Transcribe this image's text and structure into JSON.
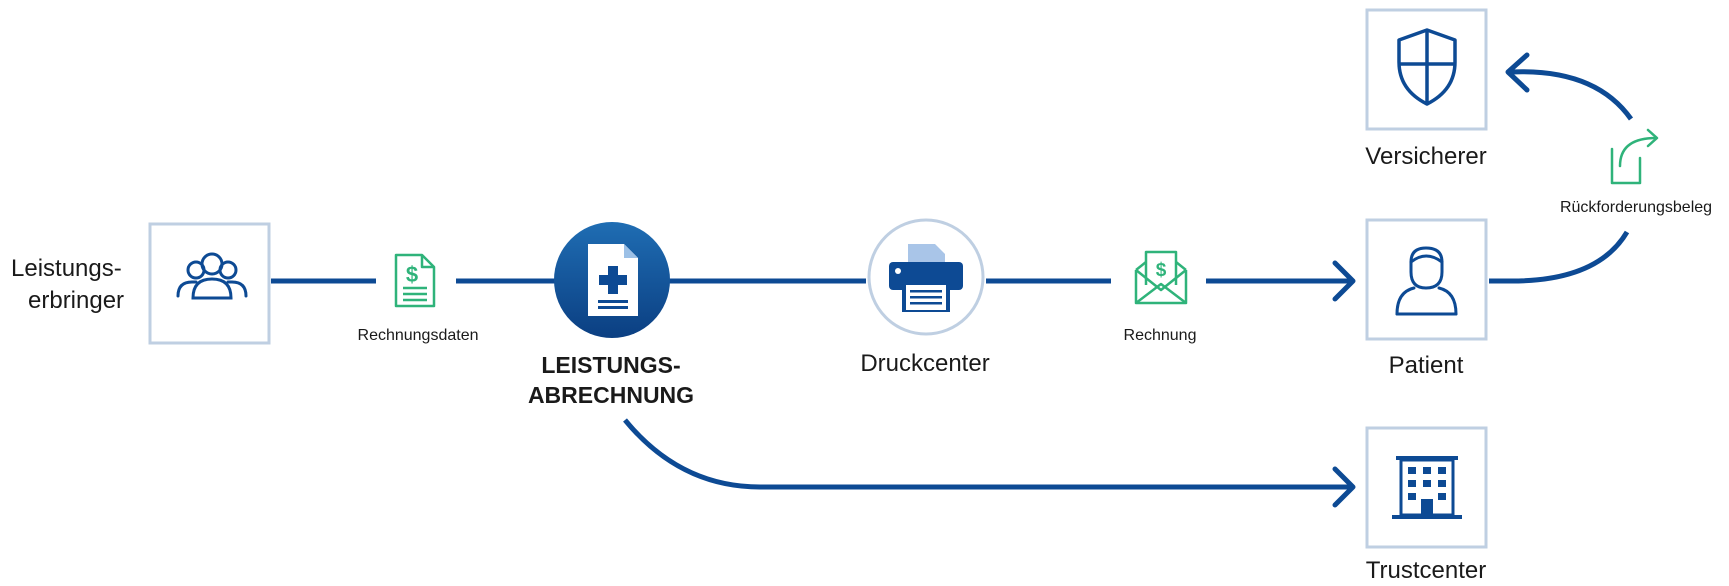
{
  "nodes": {
    "leistungserbringer": {
      "label_line1": "Leistungs-",
      "label_line2": "erbringer",
      "icon": "group-icon"
    },
    "leistungsabrechnung": {
      "label_line1": "LEISTUNGS-",
      "label_line2": "ABRECHNUNG",
      "icon": "medical-document-icon"
    },
    "druckcenter": {
      "label": "Druckcenter",
      "icon": "printer-icon"
    },
    "patient": {
      "label": "Patient",
      "icon": "user-icon"
    },
    "versicherer": {
      "label": "Versicherer",
      "icon": "shield-icon"
    },
    "trustcenter": {
      "label": "Trustcenter",
      "icon": "building-icon"
    }
  },
  "flows": {
    "rechnungsdaten": {
      "label": "Rechnungsdaten",
      "icon": "invoice-document-icon"
    },
    "rechnung": {
      "label": "Rechnung",
      "icon": "invoice-envelope-icon"
    },
    "rueckforderungsbeleg": {
      "label": "Rückforderungsbeleg",
      "icon": "forward-share-icon"
    }
  },
  "colors": {
    "primary_blue": "#0d4a94",
    "box_border": "#bfcfe2",
    "accent_green": "#2fb37a",
    "circle_gradient_top": "#1f6db3",
    "circle_gradient_bottom": "#0b3f82"
  }
}
